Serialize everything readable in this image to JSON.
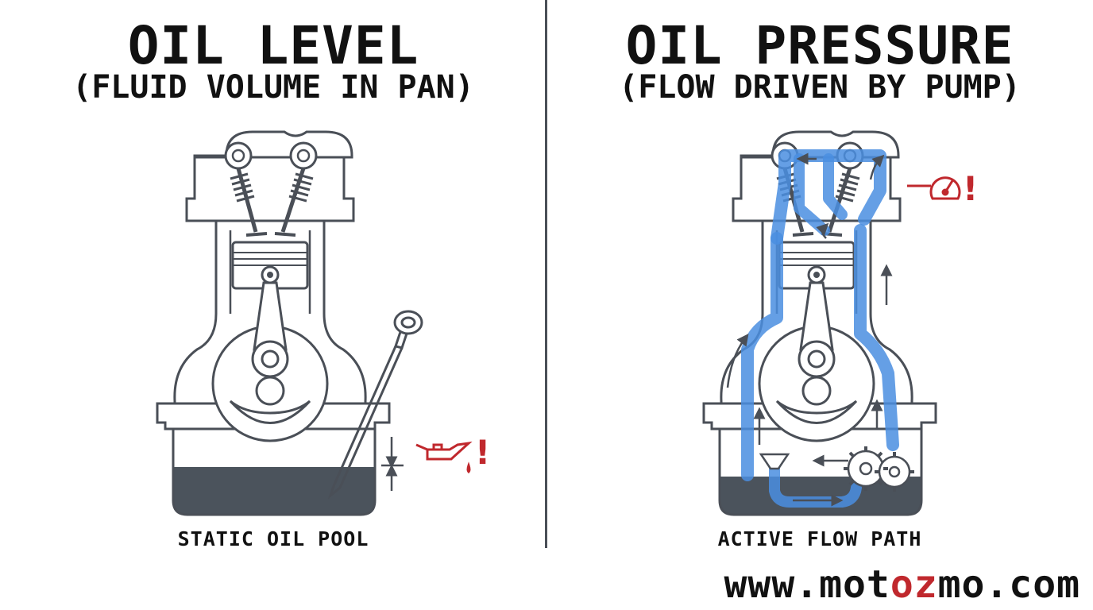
{
  "left_panel": {
    "title": "OIL LEVEL",
    "subtitle": "(FLUID VOLUME IN PAN)",
    "caption": "STATIC OIL POOL",
    "warning_mark": "!"
  },
  "right_panel": {
    "title": "OIL PRESSURE",
    "subtitle": "(FLOW DRIVEN BY PUMP)",
    "caption": "ACTIVE FLOW PATH",
    "warning_mark": "!"
  },
  "website": {
    "prefix": "www.mot",
    "accent": "oz",
    "suffix": "mo.com"
  },
  "colors": {
    "outline": "#4a4f57",
    "oil_pool": "#4b535c",
    "oil_flow": "#4a8ee0",
    "warning": "#c0282d",
    "text": "#111111"
  },
  "icons": [
    "dipstick-icon",
    "oil-can-warning-icon",
    "pressure-gauge-warning-icon",
    "oil-pump-gear-icon",
    "flow-arrow-icon"
  ]
}
